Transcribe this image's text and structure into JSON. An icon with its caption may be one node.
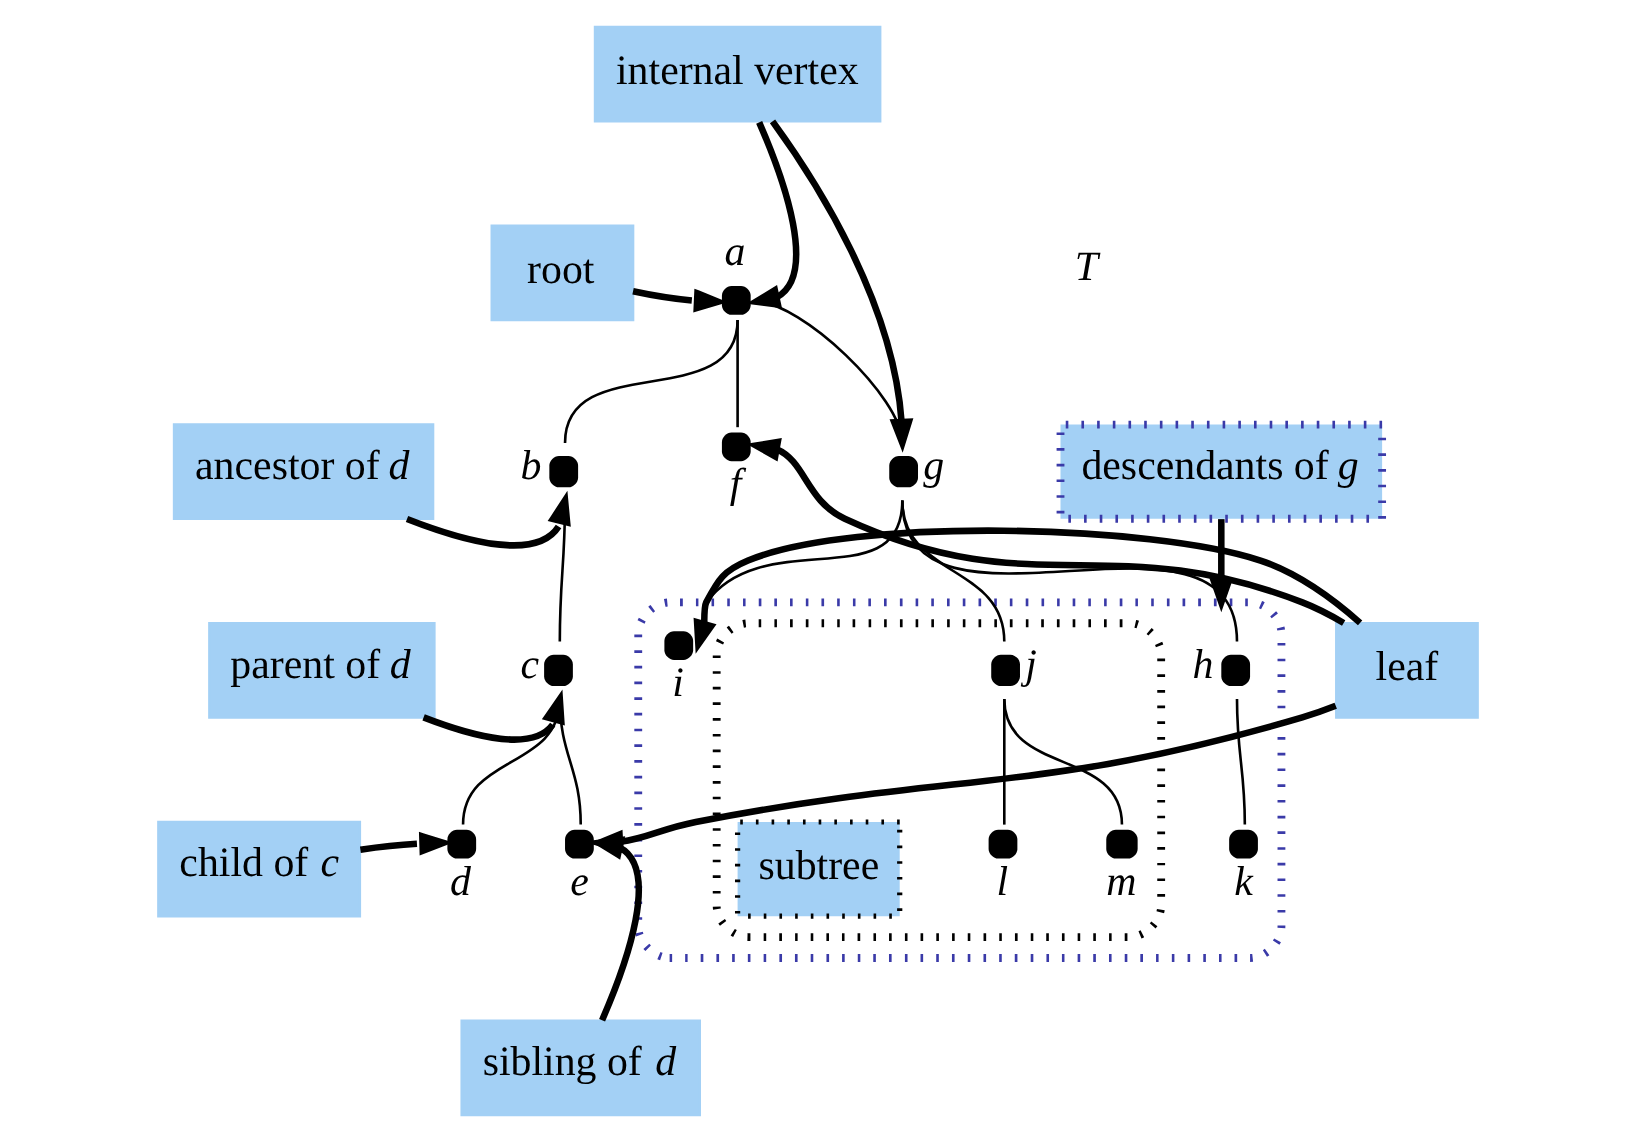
{
  "diagram": {
    "nodes": [
      {
        "text": [
          "root"
        ]
      },
      {
        "text": [],
        "shape": "circle",
        "beside": [
          "a"
        ]
      },
      {
        "text": [
          "internal vertex"
        ]
      },
      {
        "text": [
          "ancestor of *d*"
        ]
      },
      {
        "text": [],
        "shape": "circle",
        "beside": [
          "b"
        ]
      },
      {
        "text": [],
        "shape": "circle",
        "beside": [
          "f"
        ]
      },
      {
        "text": [],
        "shape": "circle",
        "beside": [
          "g"
        ]
      },
      {
        "text": [
          "descendants of *g*"
        ]
      },
      {
        "text": [],
        "shape": "ellipse"
      },
      {
        "text": [
          "leaf"
        ]
      },
      {
        "text": [
          "parent of *d*"
        ]
      },
      {
        "text": [],
        "shape": "circle",
        "beside": [
          "c"
        ]
      },
      {
        "text": [],
        "shape": "circle",
        "beside": [
          "h"
        ],
        "in": 8
      },
      {
        "text": [],
        "shape": "circle",
        "beside": [
          "i"
        ],
        "in": 8
      },
      {
        "text": [],
        "shape": "ellipse",
        "in": 8
      },
      {
        "text": [],
        "shape": "circle",
        "beside": [
          "j"
        ],
        "in": 14
      },
      {
        "text": [
          "child of *c*"
        ]
      },
      {
        "text": [],
        "shape": "circle",
        "beside": [
          "d"
        ]
      },
      {
        "text": [],
        "shape": "circle",
        "beside": [
          "e"
        ]
      },
      {
        "text": [],
        "shape": "circle",
        "beside": [
          "k"
        ],
        "in": 8
      },
      {
        "text": [],
        "shape": "circle",
        "beside": [
          "l"
        ],
        "in": 14
      },
      {
        "text": [],
        "shape": "circle",
        "beside": [
          "m"
        ],
        "in": 14
      },
      {
        "text": [
          "subtree"
        ],
        "in": 14
      },
      {
        "text": [
          "sibling of *d*"
        ]
      }
    ],
    "edges": [
      {
        "from": 0,
        "to": 1,
        "arrow": "to",
        "style": "thick"
      },
      {
        "from": 2,
        "to": 1,
        "arrow": "to",
        "style": "thick"
      },
      {
        "from": 2,
        "to": 6,
        "arrow": "to",
        "style": "thick"
      },
      {
        "from": 1,
        "to": 4,
        "arrow": "none"
      },
      {
        "from": 1,
        "to": 5,
        "arrow": "none"
      },
      {
        "from": 1,
        "to": 6,
        "arrow": "none"
      },
      {
        "from": 3,
        "to": 4,
        "arrow": "to",
        "style": "thick"
      },
      {
        "from": 7,
        "to": 8,
        "arrow": "to",
        "style": "thick"
      },
      {
        "from": 9,
        "to": 5,
        "arrow": "to",
        "style": "thick"
      },
      {
        "from": 9,
        "to": 13,
        "arrow": "to",
        "style": "thick"
      },
      {
        "from": 9,
        "to": 18,
        "arrow": "to",
        "style": "thick"
      },
      {
        "from": 4,
        "to": 11,
        "arrow": "none"
      },
      {
        "from": 10,
        "to": 11,
        "arrow": "to",
        "style": "thick"
      },
      {
        "from": 6,
        "to": 12,
        "arrow": "none"
      },
      {
        "from": 6,
        "to": 13,
        "arrow": "none"
      },
      {
        "from": 6,
        "to": 15,
        "arrow": "none"
      },
      {
        "from": 11,
        "to": 17,
        "arrow": "none"
      },
      {
        "from": 11,
        "to": 18,
        "arrow": "none"
      },
      {
        "from": 16,
        "to": 17,
        "arrow": "to",
        "style": "thick"
      },
      {
        "from": 23,
        "to": 18,
        "arrow": "to",
        "style": "thick"
      },
      {
        "from": 12,
        "to": 19,
        "arrow": "none"
      },
      {
        "from": 15,
        "to": 20,
        "arrow": "none"
      },
      {
        "from": 15,
        "to": 21,
        "arrow": "none"
      }
    ],
    "labels": [
      "*T*"
    ]
  }
}
